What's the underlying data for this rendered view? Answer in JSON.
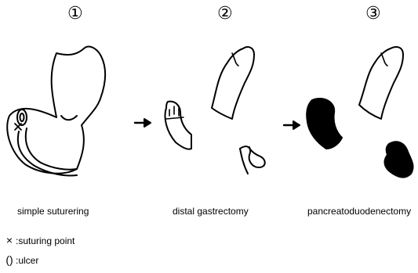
{
  "panels": [
    {
      "number": "①",
      "caption": "simple suturering"
    },
    {
      "number": "②",
      "caption": "distal gastrectomy"
    },
    {
      "number": "③",
      "caption": "pancreatoduodenectomy"
    }
  ],
  "legend": [
    {
      "symbol": "×",
      "label": ":suturing point",
      "icon": "cross-icon"
    },
    {
      "symbol": "()",
      "label": ":ulcer",
      "icon": "ulcer-outline-icon"
    }
  ],
  "colors": {
    "line": "#000000",
    "background": "#ffffff"
  }
}
